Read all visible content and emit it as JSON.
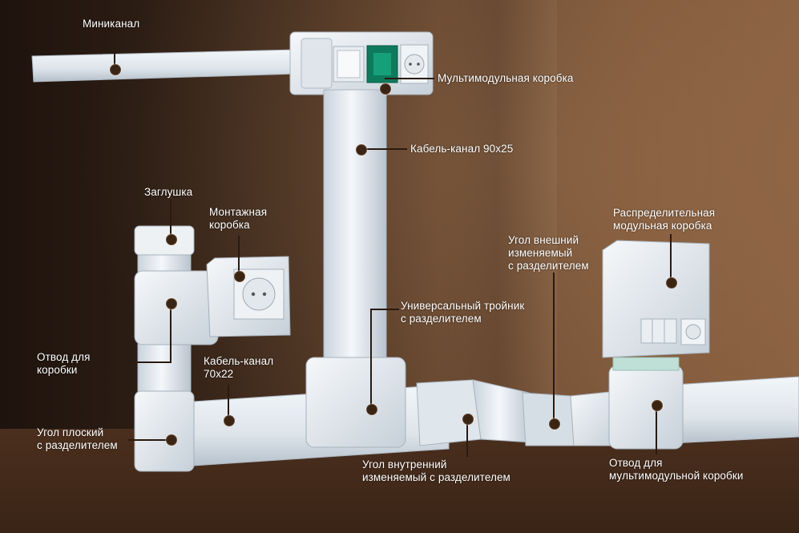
{
  "labels": {
    "minikanal": "Миниканал",
    "multimodul_box": "Мультимодульная коробка",
    "cable_90x25": "Кабель-канал 90х25",
    "zaglushka": "Заглушка",
    "montazh_box": "Монтажная\nкоробка",
    "angle_external": "Угол внешний\nизменяемый\nс разделителем",
    "distribution_box": "Распределительная\nмодульная коробка",
    "tee": "Универсальный тройник\nс разделителем",
    "otvod_box": "Отвод для\nкоробки",
    "cable_70x22": "Кабель-канал\n70х22",
    "angle_flat": "Угол плоский\nс разделителем",
    "angle_internal": "Угол внутренний\nизменяемый с разделителем",
    "otvod_multimodul": "Отвод для\nмультимодульной коробки"
  },
  "icons": [
    "socket-icon",
    "green-module-icon",
    "switch-icon"
  ]
}
